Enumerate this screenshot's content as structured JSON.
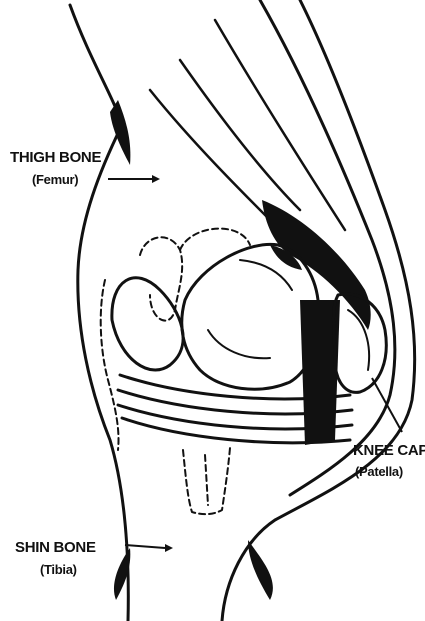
{
  "labels": {
    "thigh_bone": {
      "name": "THIGH BONE",
      "latin": "(Femur)"
    },
    "knee_cap": {
      "name": "KNEE CAP",
      "latin": "(Patella)"
    },
    "shin_bone": {
      "name": "SHIN BONE",
      "latin": "(Tibia)"
    }
  },
  "colors": {
    "ink": "#111111",
    "paper": "#ffffff"
  }
}
